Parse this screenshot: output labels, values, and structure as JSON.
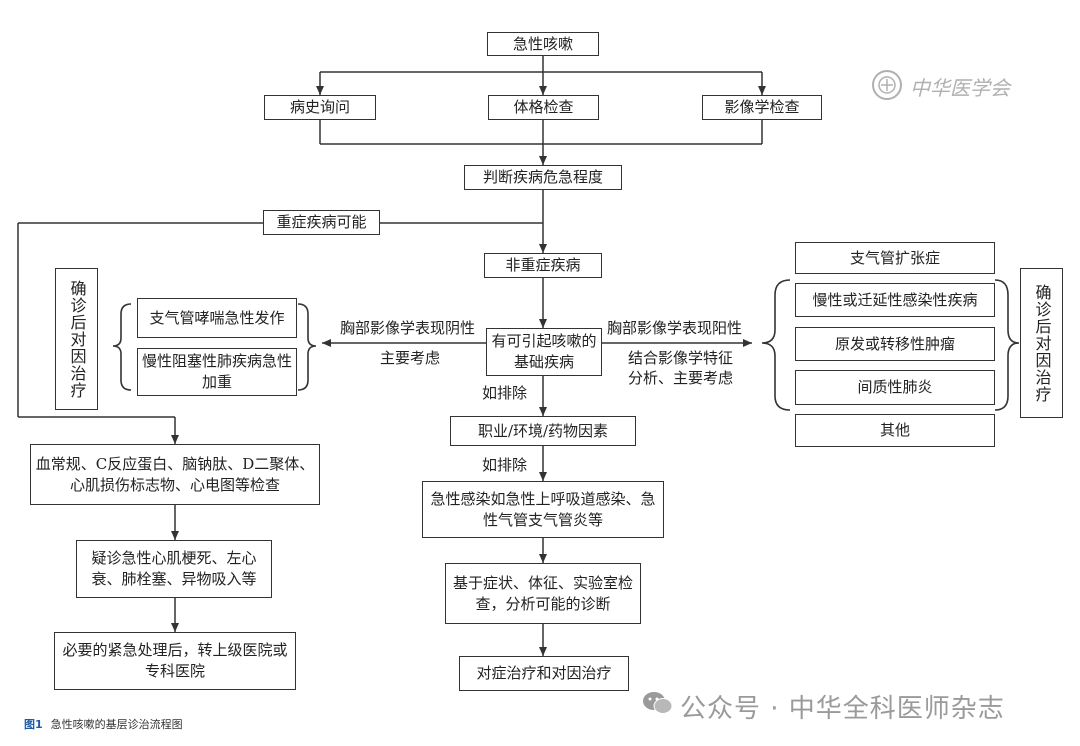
{
  "nodes": {
    "acute_cough": "急性咳嗽",
    "history": "病史询问",
    "physical_exam": "体格检查",
    "imaging_exam": "影像学检查",
    "severity": "判断疾病危急程度",
    "severe_possible": "重症疾病可能",
    "non_severe": "非重症疾病",
    "underlying_disease": "有可引起咳嗽的基础疾病",
    "occupational": "职业/环境/药物因素",
    "acute_infection": "急性感染如急性上呼吸道感染、急性气管支气管炎等",
    "diagnosis_analysis": "基于症状、体征、实验室检查，分析可能的诊断",
    "treatment": "对症治疗和对因治疗",
    "blood_tests": "血常规、C反应蛋白、脑钠肽、D二聚体、心肌损伤标志物、心电图等检查",
    "suspect_mi": "疑诊急性心肌梗死、左心衰、肺栓塞、异物吸入等",
    "emergency_transfer": "必要的紧急处理后，转上级医院或专科医院",
    "asthma": "支气管哮喘急性发作",
    "copd": "慢性阻塞性肺疾病急性加重",
    "bronchiectasis": "支气管扩张症",
    "chronic_infection": "慢性或迁延性感染性疾病",
    "tumor": "原发或转移性肿瘤",
    "interstitial": "间质性肺炎",
    "other": "其他",
    "confirm_left": "确诊后对因治疗",
    "confirm_right": "确诊后对因治疗"
  },
  "edge_labels": {
    "negative_imaging": "胸部影像学表现阴性",
    "main_consider": "主要考虑",
    "positive_imaging": "胸部影像学表现阳性",
    "combine_features": "结合影像学特征",
    "analyze_consider": "分析、主要考虑",
    "exclude_1": "如排除",
    "exclude_2": "如排除"
  },
  "watermark": "公众号 · 中华全科医师杂志",
  "seal_text": "中华医学会",
  "caption": {
    "fig_no": "图1",
    "title": "急性咳嗽的基层诊治流程图"
  }
}
